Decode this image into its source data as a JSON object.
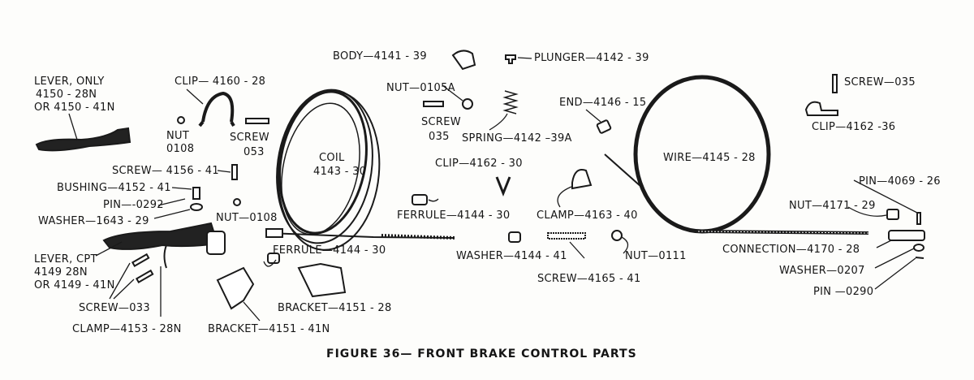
{
  "caption": "FIGURE 36— FRONT BRAKE  CONTROL  PARTS",
  "labels": {
    "lever_only_1": "LEVER, ONLY",
    "lever_only_2": "4150 - 28N",
    "lever_only_3": "OR 4150 - 41N",
    "clip_4160": "CLIP— 4160 - 28",
    "nut_0108_a1": "NUT",
    "nut_0108_a2": "0108",
    "screw_053_1": "SCREW",
    "screw_053_2": "053",
    "screw_4156": "SCREW— 4156 - 41",
    "bushing_4152": "BUSHING—4152 - 41",
    "pin_0292": "PIN—-0292",
    "washer_1643": "WASHER—1643 - 29",
    "nut_0108_b": "NUT—0108",
    "lever_cpt_1": "LEVER, CPT",
    "lever_cpt_2": "4149  28N",
    "lever_cpt_3": "OR 4149 - 41N",
    "screw_033": "SCREW—033",
    "clamp_4153": "CLAMP—4153 - 28N",
    "bracket_41n": "BRACKET—4151 - 41N",
    "bracket_28": "BRACKET—4151 - 28",
    "ferrule_left": "FERRULE—4144 - 30",
    "coil_1": "COIL",
    "coil_2": "4143 - 30",
    "body_4141": "BODY—4141 - 39",
    "plunger_4142": "PLUNGER—4142 - 39",
    "nut_0105a": "NUT—0105A",
    "screw_035_mid_1": "SCREW",
    "screw_035_mid_2": "035",
    "spring_4142": "SPRING—4142 –39A",
    "end_4146": "END—4146 - 15",
    "clip_4162_30": "CLIP—4162 - 30",
    "ferrule_mid": "FERRULE—4144 - 30",
    "clamp_4163": "CLAMP—4163 - 40",
    "wire_4145": "WIRE—4145 - 28",
    "washer_4144": "WASHER—4144 - 41",
    "nut_0111": "NUT—0111",
    "screw_4165": "SCREW—4165 - 41",
    "screw_035_right": "SCREW—035",
    "clip_4162_36": "CLIP—4162 -36",
    "pin_4069": "PIN—4069 - 26",
    "nut_4171": "NUT—4171 - 29",
    "connection_4170": "CONNECTION—4170 - 28",
    "washer_0207": "WASHER—0207",
    "pin_0290": "PIN —0290"
  }
}
